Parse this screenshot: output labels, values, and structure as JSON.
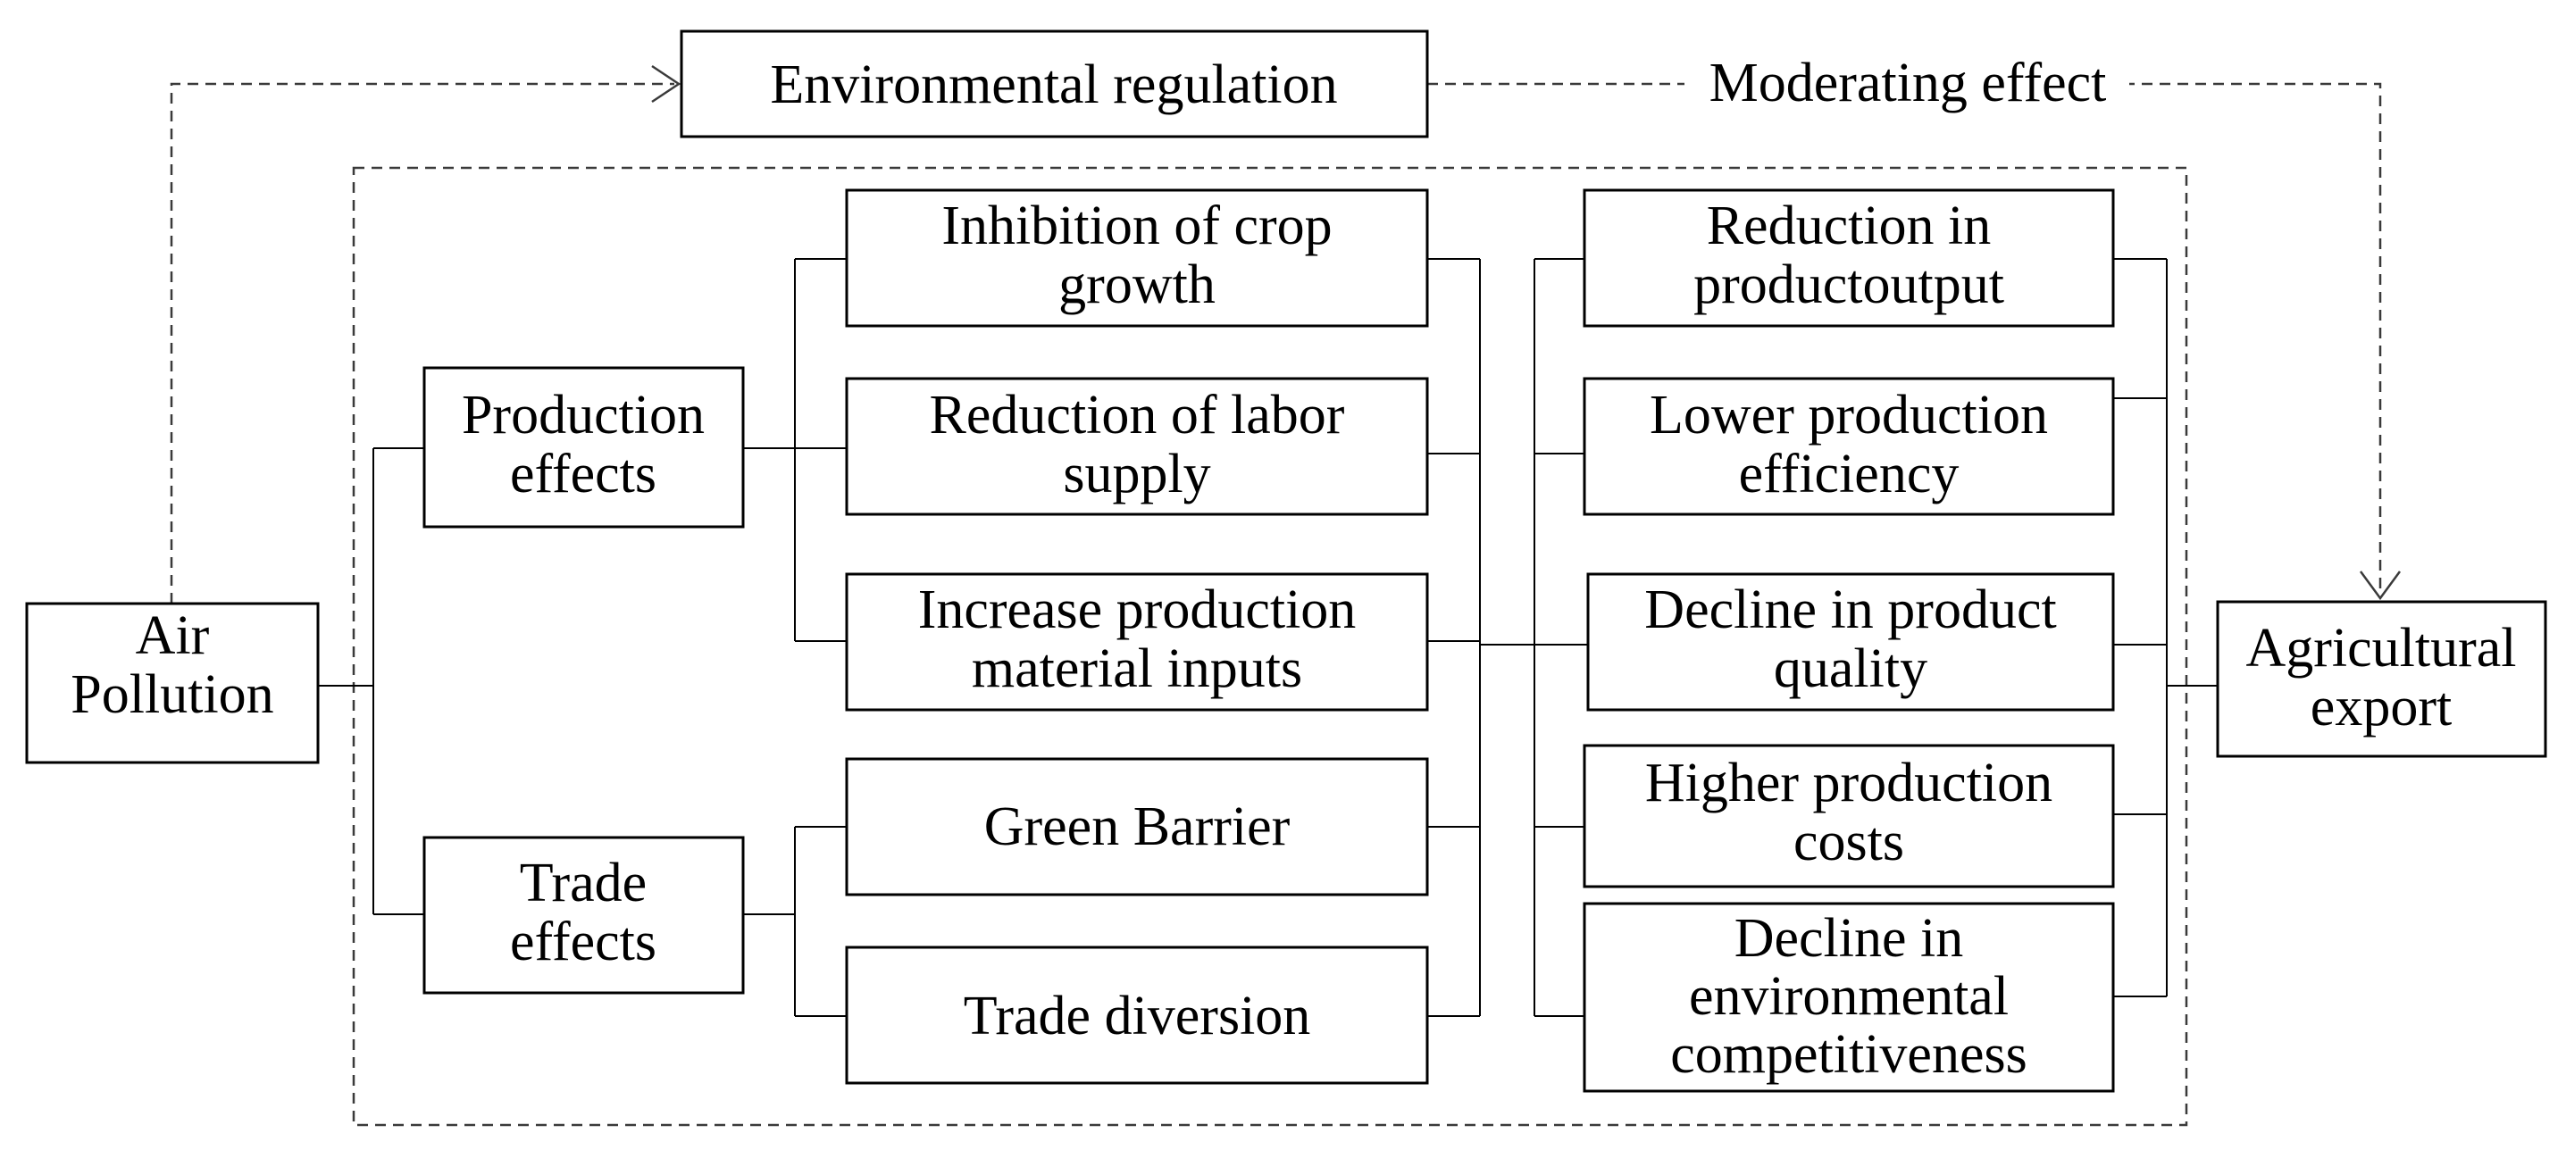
{
  "nodes": {
    "air_pollution": [
      "Air",
      "Pollution"
    ],
    "environmental_regulation": [
      "Environmental regulation"
    ],
    "moderating_effect": [
      "Moderating effect"
    ],
    "production_effects": [
      "Production",
      "effects"
    ],
    "trade_effects": [
      "Trade",
      "effects"
    ],
    "inhibition_crop_growth": [
      "Inhibition of crop",
      "growth"
    ],
    "reduction_labor_supply": [
      "Reduction of labor",
      "supply"
    ],
    "increase_material_inputs": [
      "Increase production",
      "material inputs"
    ],
    "green_barrier": [
      "Green Barrier"
    ],
    "trade_diversion": [
      "Trade diversion"
    ],
    "reduction_product_output": [
      "Reduction in",
      "productoutput"
    ],
    "lower_production_efficiency": [
      "Lower production",
      "efficiency"
    ],
    "decline_product_quality": [
      "Decline in product",
      "quality"
    ],
    "higher_production_costs": [
      "Higher production",
      "costs"
    ],
    "decline_env_competitiveness": [
      "Decline in",
      "environmental",
      "competitiveness"
    ],
    "agricultural_export": [
      "Agricultural",
      "export"
    ]
  },
  "colors": {
    "box_stroke": "#000000",
    "dashed_stroke": "#3a3a3a",
    "background": "#ffffff"
  }
}
